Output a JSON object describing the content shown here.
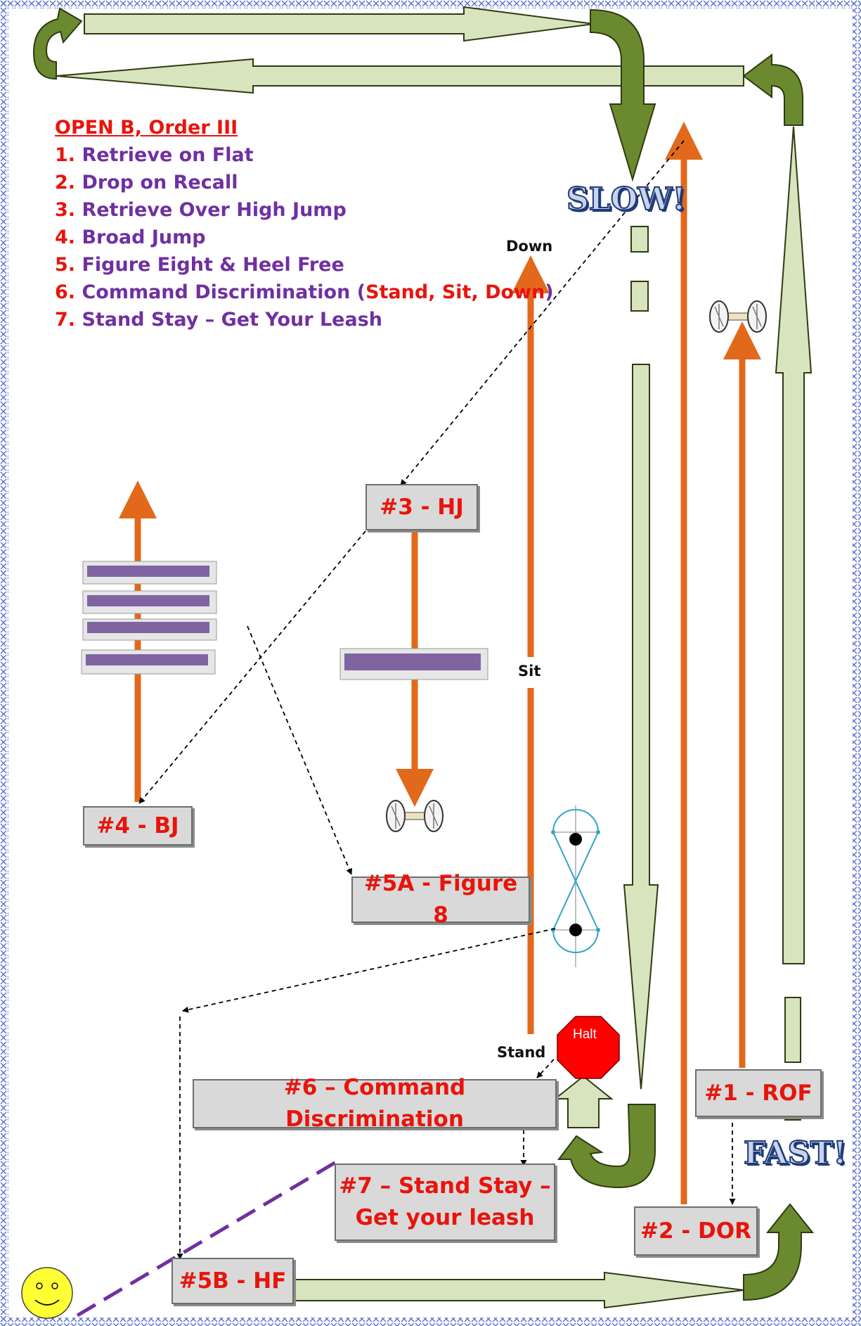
{
  "legend": {
    "title": "OPEN B, Order III",
    "items": [
      {
        "num": "1.",
        "text": "Retrieve on Flat"
      },
      {
        "num": "2.",
        "text": "Drop on Recall"
      },
      {
        "num": "3.",
        "text": "Retrieve Over High Jump"
      },
      {
        "num": "4.",
        "text": "Broad Jump"
      },
      {
        "num": "5.",
        "text": "Figure Eight & Heel Free"
      },
      {
        "num": "6.",
        "text_before": "Command Discrimination (",
        "text_red": "Stand, Sit, Down",
        "text_after": ")"
      },
      {
        "num": "7.",
        "text": "Stand Stay – Get Your Leash"
      }
    ]
  },
  "stations": {
    "rof": "#1 - ROF",
    "dor": "#2 - DOR",
    "hj": "#3 - HJ",
    "bj": "#4 - BJ",
    "fig8": "#5A - Figure 8",
    "hf": "#5B - HF",
    "cd": "#6 – Command Discrimination",
    "stand_stay_line1": "#7 – Stand Stay –",
    "stand_stay_line2": "Get your leash"
  },
  "labels": {
    "down": "Down",
    "sit": "Sit",
    "stand": "Stand",
    "halt": "Halt",
    "slow": "SLOW!",
    "fast": "FAST!"
  },
  "colors": {
    "border": "#5a6fd0",
    "orange": "#e2691c",
    "arrow_fill": "#d7e4bd",
    "arrow_stroke": "#2f3a10",
    "u_arrow": "#6b8a2f",
    "jump": "#8064a2",
    "halt": "#ff0000",
    "figure8": "#31a6c4"
  }
}
